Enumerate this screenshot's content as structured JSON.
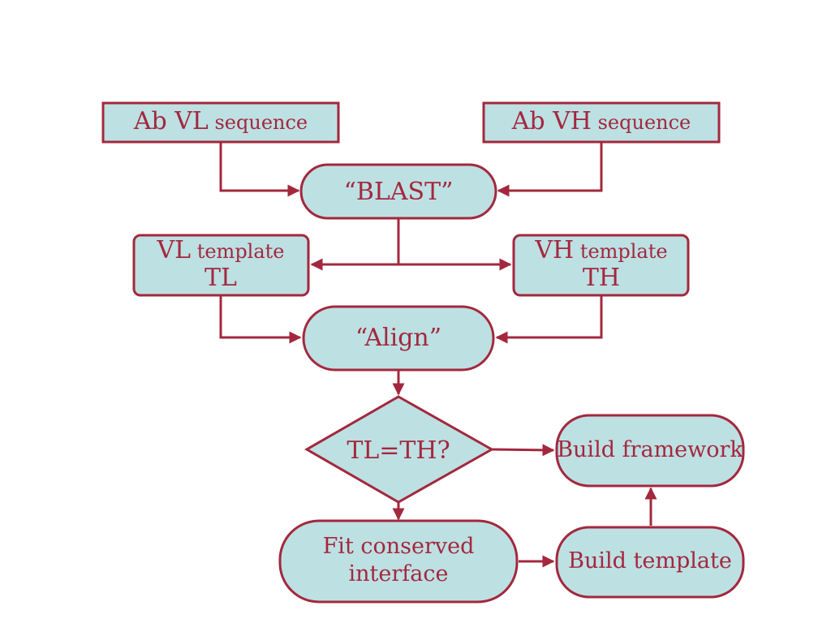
{
  "diagram": {
    "nodes": {
      "vl_sequence": {
        "prefix": "Ab VL",
        "suffix": " sequence"
      },
      "vh_sequence": {
        "prefix": "Ab VH",
        "suffix": " sequence"
      },
      "blast": {
        "label": "“BLAST”"
      },
      "vl_template": {
        "line1_a": "VL",
        "line1_b": " template",
        "line2": "TL"
      },
      "vh_template": {
        "line1_a": "VH",
        "line1_b": " template",
        "line2": "TH"
      },
      "align": {
        "label": "“Align”"
      },
      "decision": {
        "label": "TL=TH?"
      },
      "build_framework": {
        "label": "Build framework"
      },
      "fit_interface": {
        "line1": "Fit conserved",
        "line2": "interface"
      },
      "build_template": {
        "label": "Build template"
      }
    },
    "colors": {
      "box_fill": "#bde0e3",
      "stroke": "#a3283d",
      "text": "#a3283d"
    }
  }
}
